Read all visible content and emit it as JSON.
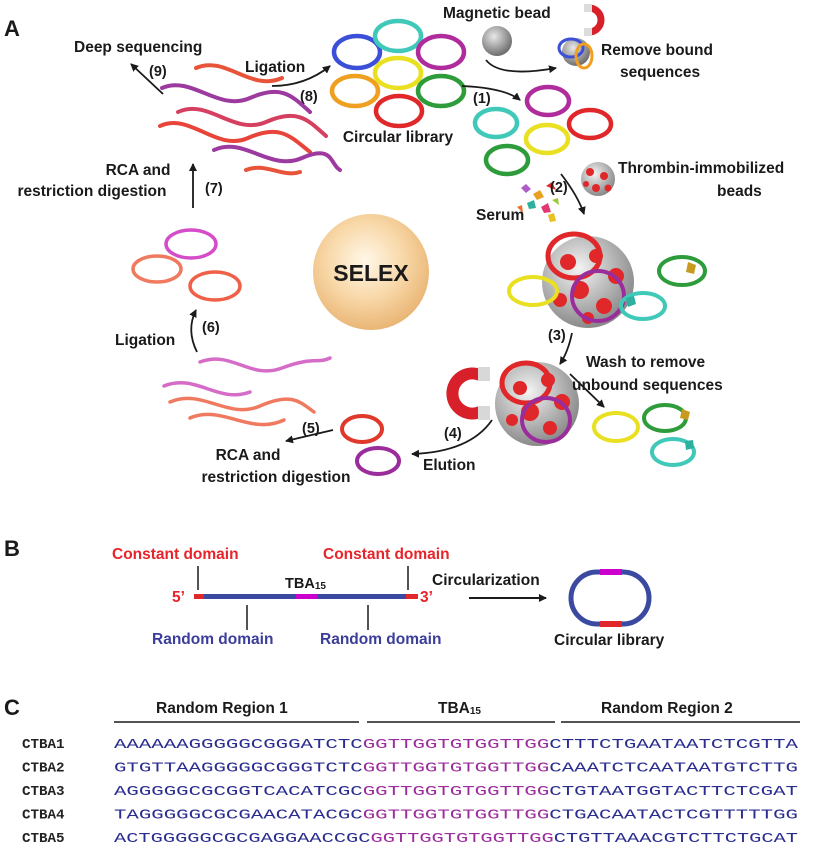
{
  "panels": {
    "a": "A",
    "b": "B",
    "c": "C"
  },
  "panel_a": {
    "center": "SELEX",
    "labels": {
      "deep_sequencing": "Deep sequencing",
      "ligation_top": "Ligation",
      "circular_library": "Circular library",
      "magnetic_bead": "Magnetic bead",
      "remove_bound_1": "Remove bound",
      "remove_bound_2": "sequences",
      "thrombin_1": "Thrombin-immobilized",
      "thrombin_2": "beads",
      "serum": "Serum",
      "wash_1": "Wash to remove",
      "wash_2": "unbound sequences",
      "elution": "Elution",
      "rca_bottom_1": "RCA and",
      "rca_bottom_2": "restriction digestion",
      "ligation_left": "Ligation",
      "rca_left_1": "RCA and",
      "rca_left_2": "restriction digestion"
    },
    "steps": {
      "s1": "(1)",
      "s2": "(2)",
      "s3": "(3)",
      "s4": "(4)",
      "s5": "(5)",
      "s6": "(6)",
      "s7": "(7)",
      "s8": "(8)",
      "s9": "(9)"
    }
  },
  "panel_b": {
    "constant_left": "Constant domain",
    "constant_right": "Constant domain",
    "five_prime": "5’",
    "three_prime": "3’",
    "tba": "TBA",
    "tba_sub": "15",
    "random_left": "Random domain",
    "random_right": "Random domain",
    "circularization": "Circularization",
    "circular_library": "Circular library"
  },
  "panel_c": {
    "headers": {
      "r1": "Random Region 1",
      "tba": "TBA",
      "tba_sub": "15",
      "r2": "Random Region 2"
    },
    "rows": [
      {
        "name": "CTBA1",
        "r1": "AAAAAAGGGGGCGGGATCTC",
        "tba": "GGTTGGTGTGGTTGG",
        "r2": "CTTTCTGAATAATCTCGTTA"
      },
      {
        "name": "CTBA2",
        "r1": "GTGTTAAGGGGGCGGGTCTC",
        "tba": "GGTTGGTGTGGTTGG",
        "r2": "CAAATCTCAATAATGTCTTG"
      },
      {
        "name": "CTBA3",
        "r1": "AGGGGGCGCGGTCACATCGC",
        "tba": "GGTTGGTGTGGTTGG",
        "r2": "CTGTAATGGTACTTCTCGAT"
      },
      {
        "name": "CTBA4",
        "r1": "TAGGGGGCGCGAACATACGC",
        "tba": "GGTTGGTGTGGTTGG",
        "r2": "CTGACAATACTCGTTTTTGG"
      },
      {
        "name": "CTBA5",
        "r1": "ACTGGGGGCGCGAGGAACCGC",
        "tba": "GGTTGGTGTGGTTGG",
        "r2": "CTGTTAAACGTCTTCTGCAT"
      }
    ]
  },
  "colors": {
    "red": "#e8242a",
    "blue": "#3b3d9a",
    "purple": "#9b2c9b",
    "magenta": "#cc00cc",
    "selex_orb": "#f2c58a"
  }
}
